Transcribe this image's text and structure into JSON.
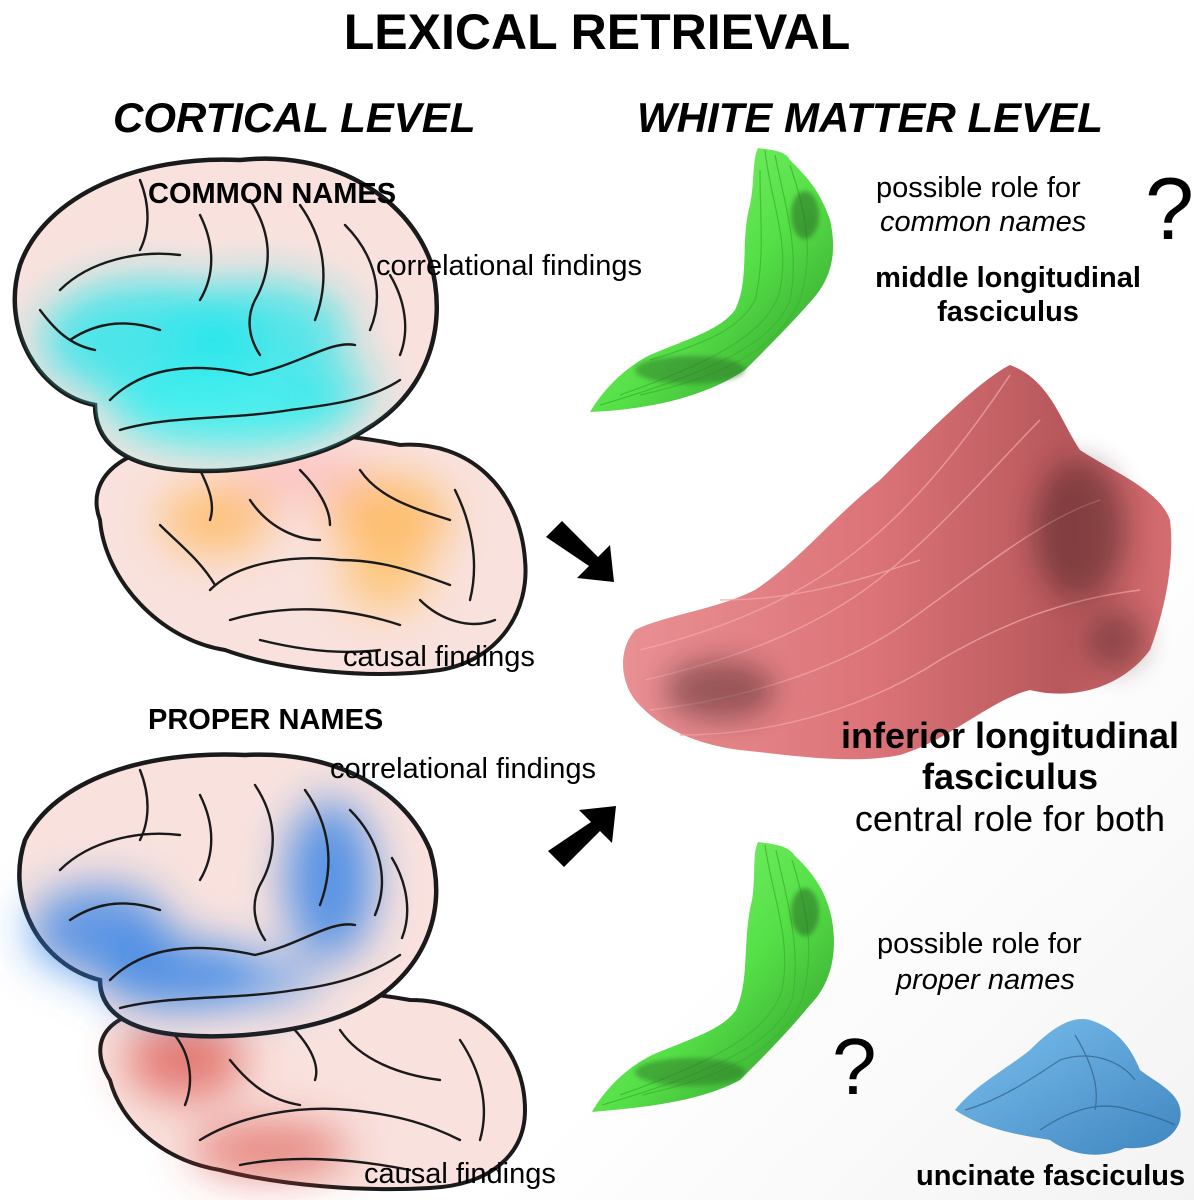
{
  "title": "LEXICAL RETRIEVAL",
  "columns": {
    "cortical": "CORTICAL LEVEL",
    "white_matter": "WHITE MATTER LEVEL"
  },
  "common": {
    "heading": "COMMON NAMES",
    "correlational": "correlational findings",
    "causal": "causal findings"
  },
  "proper": {
    "heading": "PROPER NAMES",
    "correlational": "correlational findings",
    "causal": "causal findings"
  },
  "mlf_top": {
    "role_line1": "possible role for",
    "role_line2": "common names",
    "question": "?",
    "name_line1": "middle longitudinal",
    "name_line2": "fasciculus"
  },
  "ilf": {
    "name_line1": "inferior longitudinal",
    "name_line2": "fasciculus",
    "role": "central role for both"
  },
  "mlf_bottom": {
    "role_line1": "possible role for",
    "role_line2": "proper names",
    "question": "?"
  },
  "uncinate": {
    "name": "uncinate fasciculus"
  },
  "colors": {
    "brain_fill": "#f9e2de",
    "brain_outline": "#1a1a1a",
    "common_correlational": "#22e6ec",
    "common_causal": "#ffb34d",
    "proper_correlational": "#2f7fe6",
    "proper_causal": "#d9443a",
    "mlf": "#66ee55",
    "ilf": "#e17c80",
    "uncinate": "#58a7de"
  }
}
